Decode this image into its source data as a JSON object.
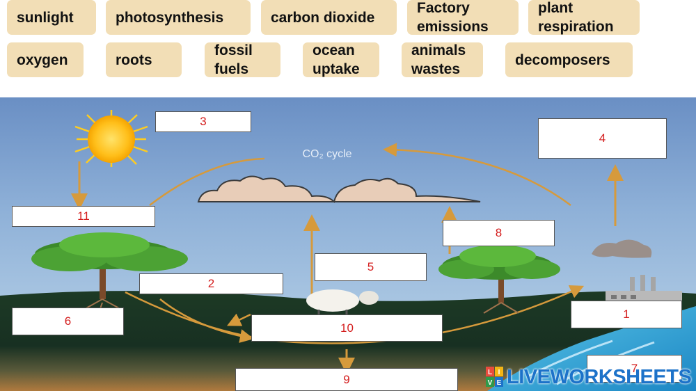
{
  "word_bank": [
    {
      "label": "sunlight"
    },
    {
      "label": "photosynthesis"
    },
    {
      "label": "carbon dioxide"
    },
    {
      "label": "Factory\nemissions"
    },
    {
      "label": "plant\nrespiration"
    },
    {
      "label": "oxygen"
    },
    {
      "label": "roots"
    },
    {
      "label": "fossil\nfuels"
    },
    {
      "label": "ocean\nuptake"
    },
    {
      "label": "animals\nwastes"
    },
    {
      "label": "decomposers"
    }
  ],
  "diagram": {
    "cycle_label": "CO₂ cycle",
    "drop_boxes": [
      {
        "number": "3"
      },
      {
        "number": "4"
      },
      {
        "number": "11"
      },
      {
        "number": "8"
      },
      {
        "number": "5"
      },
      {
        "number": "2"
      },
      {
        "number": "6"
      },
      {
        "number": "10"
      },
      {
        "number": "1"
      },
      {
        "number": "9"
      },
      {
        "number": "7"
      }
    ]
  },
  "watermark": {
    "text": "LIVEWORKSHEETS",
    "logo_letters": [
      "L",
      "I",
      "V",
      "E"
    ]
  },
  "colors": {
    "chip_bg": "#f2deb6",
    "box_number": "#d41d1d",
    "sky_top": "#6f93c7",
    "ground": "#16331e",
    "arrow": "#d69a3c"
  }
}
